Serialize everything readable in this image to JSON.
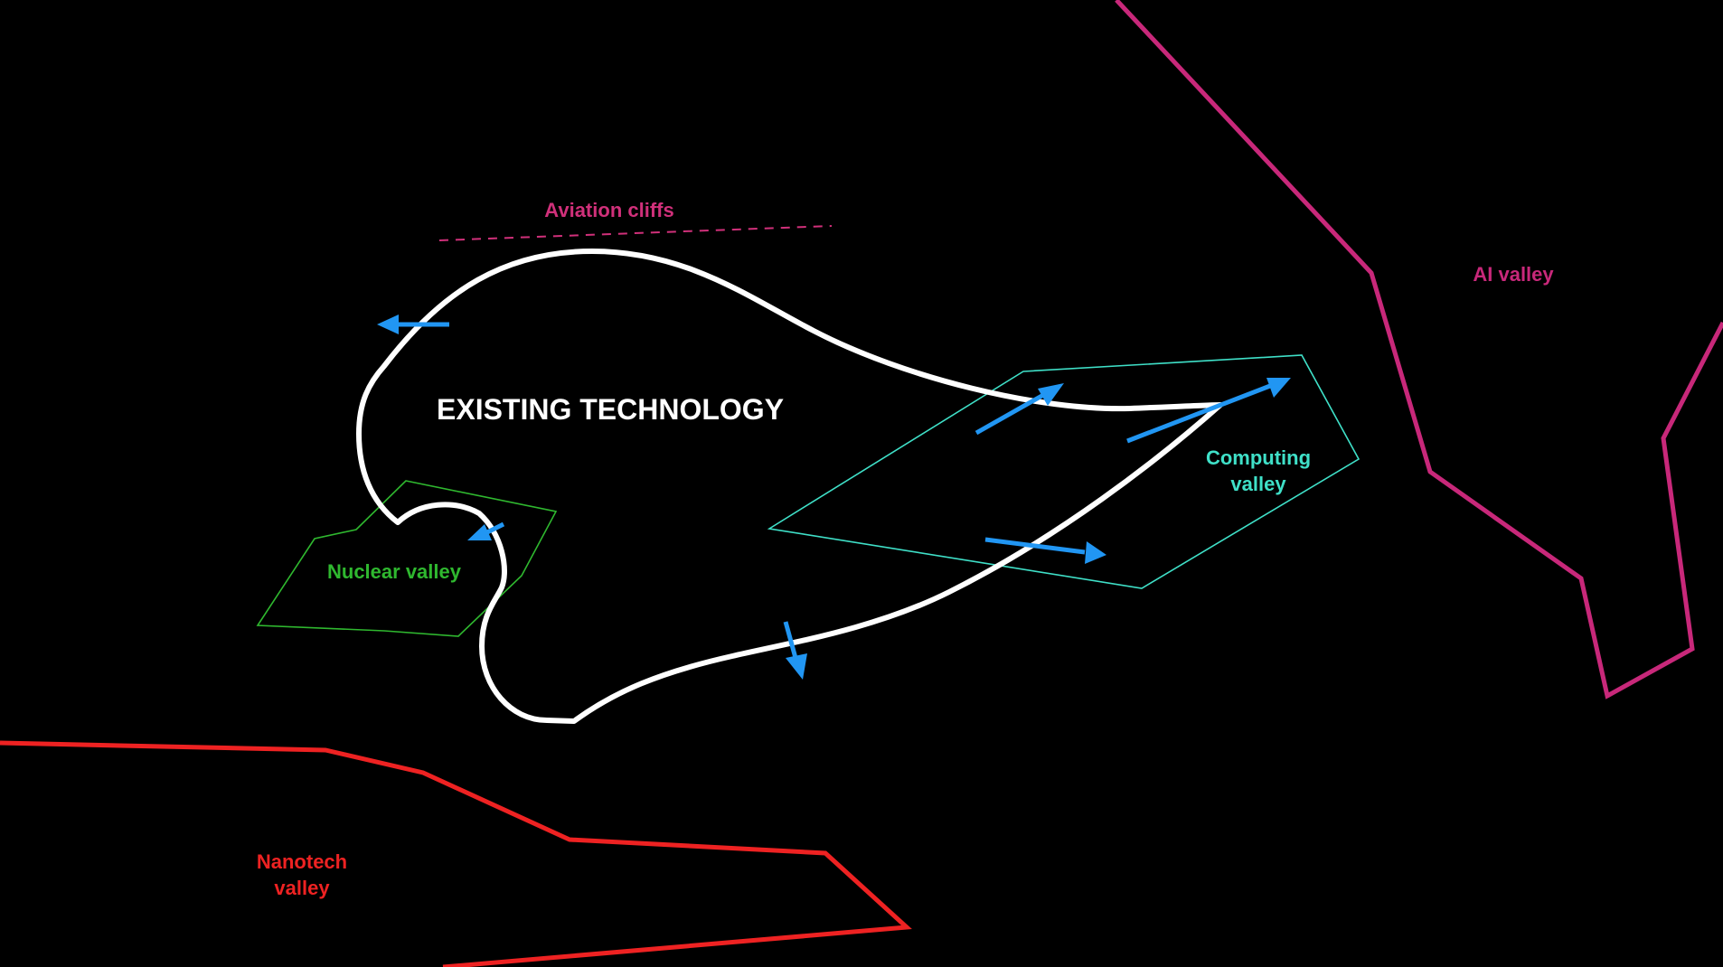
{
  "diagram": {
    "background": "#000000",
    "labels": {
      "existing_technology": "EXISTING TECHNOLOGY",
      "aviation_cliffs": "Aviation cliffs",
      "ai_valley": "AI valley",
      "computing_valley_line1": "Computing",
      "computing_valley_line2": "valley",
      "nuclear_valley": "Nuclear valley",
      "nanotech_valley_line1": "Nanotech",
      "nanotech_valley_line2": "valley"
    },
    "colors": {
      "existing_technology": "#ffffff",
      "aviation_cliffs": "#d0307a",
      "ai_valley": "#c8287a",
      "computing_valley": "#3fe0c8",
      "nuclear_valley": "#2fb82f",
      "nanotech_valley": "#ee2222",
      "expansion_arrows": "#2196f3"
    }
  }
}
